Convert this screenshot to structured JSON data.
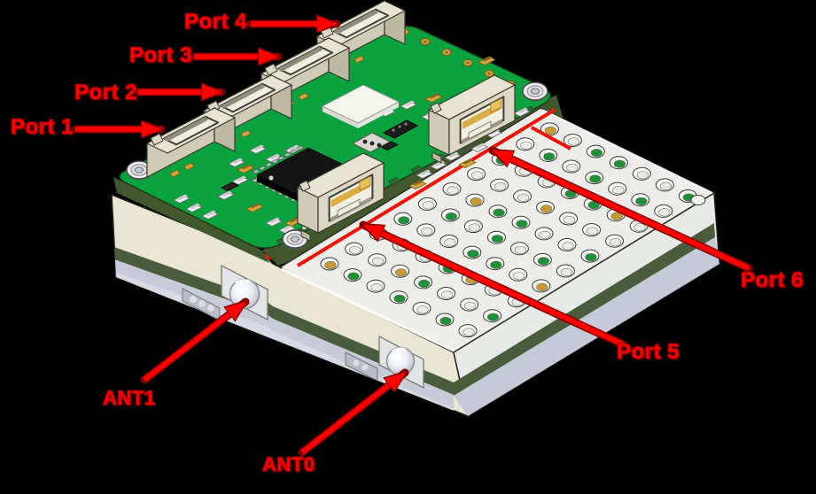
{
  "scene": {
    "background": "#000000",
    "description": "3D CAD illustration of a multi-port module board mounted on a perforated baseplate, annotated with red arrows"
  },
  "annotation": {
    "color": "#FF0000",
    "outline_color": "#7E0000"
  },
  "labels": {
    "port1": "Port 1",
    "port2": "Port 2",
    "port3": "Port 3",
    "port4": "Port 4",
    "port5": "Port 5",
    "port6": "Port 6",
    "ant0": "ANT0",
    "ant1": "ANT1"
  },
  "device_colors": {
    "pcb_green": "#0AA23F",
    "pcb_edge_olive": "#41582F",
    "enclosure_cream": "#E9E6D4",
    "stripe_dark_green": "#4A5C3C",
    "band_lavender": "#C9CBD9",
    "plate_light": "#EDEEEA",
    "plate_side": "#E8EAE8",
    "connector_beige": "#DCD8C5",
    "connector_face": "#CFCBB6",
    "connector_top": "#E7E4D3",
    "chip_black": "#141414",
    "gold": "#D2A43C",
    "hole_pale": "#E9EAE4",
    "hole_green": "#1F8F3A",
    "hole_gold": "#C89A33",
    "shiny_metal": "#C7CBD4"
  }
}
